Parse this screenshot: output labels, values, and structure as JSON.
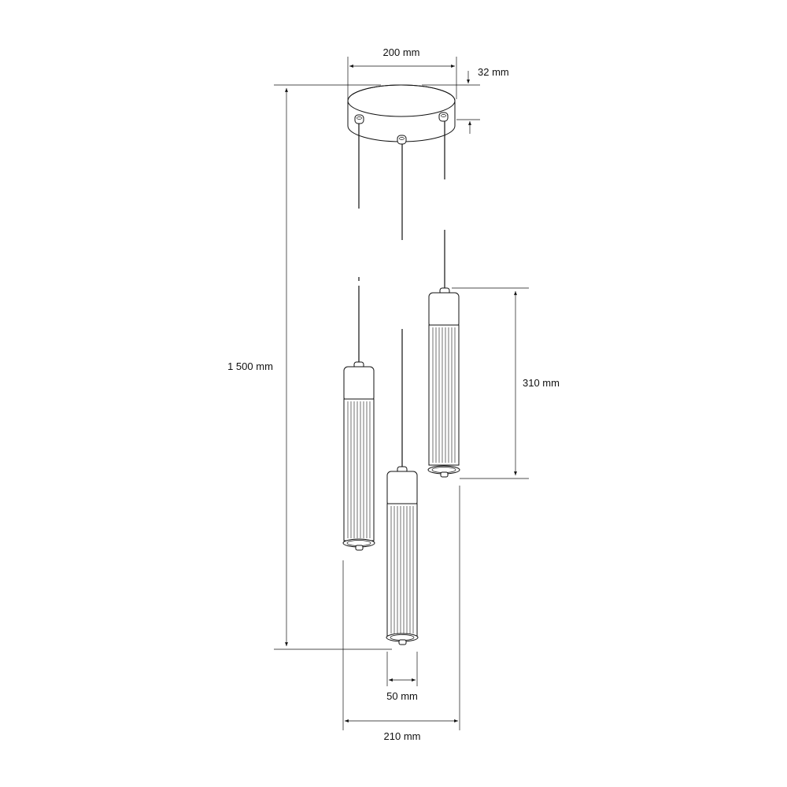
{
  "dimensions": {
    "canopy_diameter": "200 mm",
    "canopy_height": "32 mm",
    "total_height": "1 500 mm",
    "shade_length": "310 mm",
    "shade_diameter": "50 mm",
    "cluster_width": "210 mm"
  },
  "colors": {
    "line": "#111111",
    "background": "#ffffff"
  }
}
